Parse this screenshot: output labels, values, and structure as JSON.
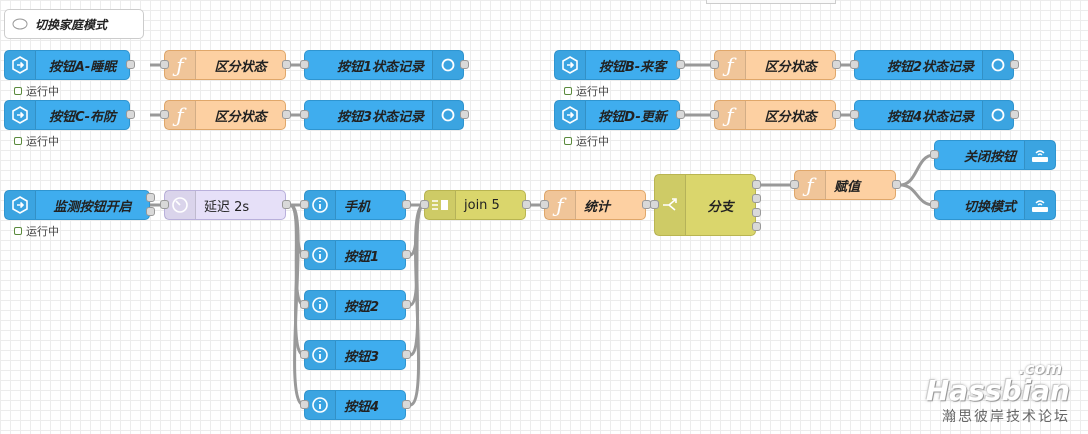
{
  "comment": {
    "label": "切换家庭模式"
  },
  "status_text": "运行中",
  "rows": {
    "a": {
      "input": "按钮A-睡眠",
      "func": "区分状态",
      "output": "按钮1状态记录"
    },
    "b": {
      "input": "按钮B-来客",
      "func": "区分状态",
      "output": "按钮2状态记录"
    },
    "c": {
      "input": "按钮C-布防",
      "func": "区分状态",
      "output": "按钮3状态记录"
    },
    "d": {
      "input": "按钮D-更新",
      "func": "区分状态",
      "output": "按钮4状态记录"
    }
  },
  "monitor": {
    "input": "监测按钮开启",
    "delay": "延迟 2s",
    "sources": [
      "手机",
      "按钮1",
      "按钮2",
      "按钮3",
      "按钮4"
    ],
    "join": "join 5",
    "stats": "统计",
    "switch": "分支",
    "assign": "赋值",
    "outputs": [
      "关闭按钮",
      "切换模式"
    ]
  },
  "watermark": {
    "com": ".com",
    "brand": "Hassbian",
    "sub": "瀚思彼岸技术论坛"
  },
  "colors": {
    "input": "#3fadee",
    "function": "#fdd0a2",
    "delay": "#e6e0f8",
    "join": "#dad66c",
    "status": "#5a8a3c"
  }
}
